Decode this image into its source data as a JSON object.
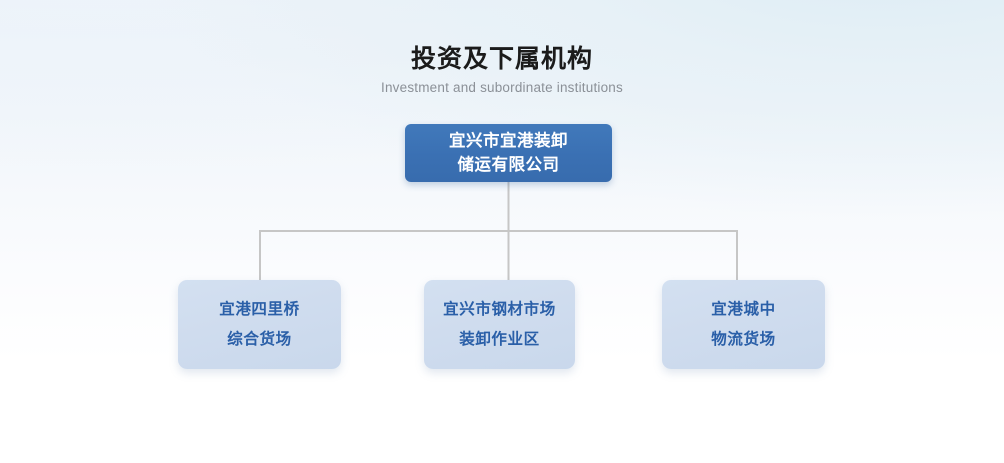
{
  "page": {
    "background_top_color": "#e7f1f7",
    "background_bottom_color": "#ffffff"
  },
  "heading": {
    "title": "投资及下属机构",
    "subtitle": "Investment and subordinate institutions",
    "title_color": "#1b1b1b",
    "subtitle_color": "#8b9097"
  },
  "org_chart": {
    "root": {
      "line1": "宜兴市宜港装卸",
      "line2": "储运有限公司",
      "fill_color": "#3b72b5",
      "text_color": "#ffffff"
    },
    "children": [
      {
        "line1": "宜港四里桥",
        "line2": "综合货场",
        "fill_color": "#cfdcee",
        "text_color": "#2a5fa8"
      },
      {
        "line1": "宜兴市钢材市场",
        "line2": "装卸作业区",
        "fill_color": "#cfdcee",
        "text_color": "#2a5fa8"
      },
      {
        "line1": "宜港城中",
        "line2": "物流货场",
        "fill_color": "#cfdcee",
        "text_color": "#2a5fa8"
      }
    ],
    "connector_color": "#c6c6c6"
  }
}
